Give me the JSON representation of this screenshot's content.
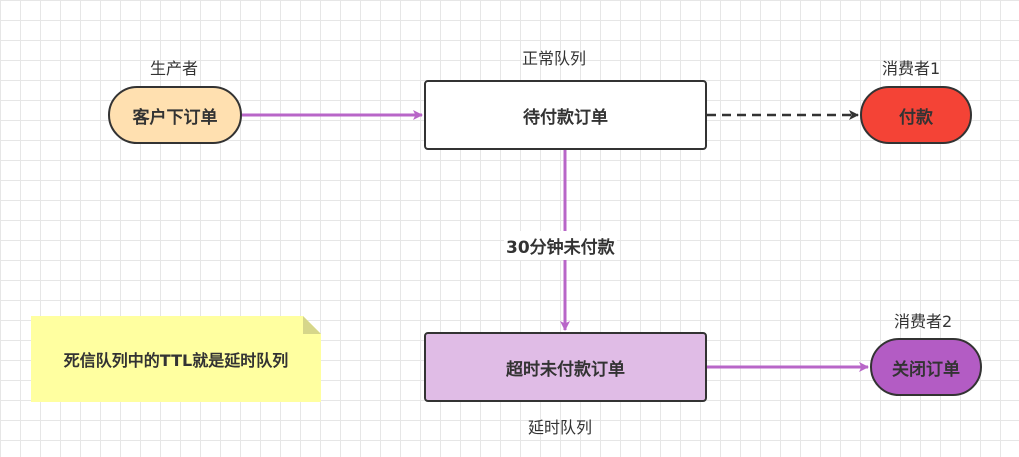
{
  "labels": {
    "producer": "生产者",
    "normal_queue": "正常队列",
    "consumer1": "消费者1",
    "consumer2": "消费者2",
    "delay_queue": "延时队列"
  },
  "nodes": {
    "customer_order": "客户下订单",
    "pending_payment": "待付款订单",
    "pay": "付款",
    "timeout_unpaid": "超时未付款订单",
    "close_order": "关闭订单"
  },
  "edges": {
    "timeout_label": "30分钟未付款"
  },
  "note": "死信队列中的TTL就是延时队列",
  "colors": {
    "arrow_purple": "#b866c8",
    "dashed_arrow": "#333333",
    "customer_fill": "#ffe0b0",
    "pay_fill": "#f44336",
    "timeout_fill": "#e0bce6",
    "close_fill": "#b35cc4",
    "note_fill": "#ffffa0"
  }
}
